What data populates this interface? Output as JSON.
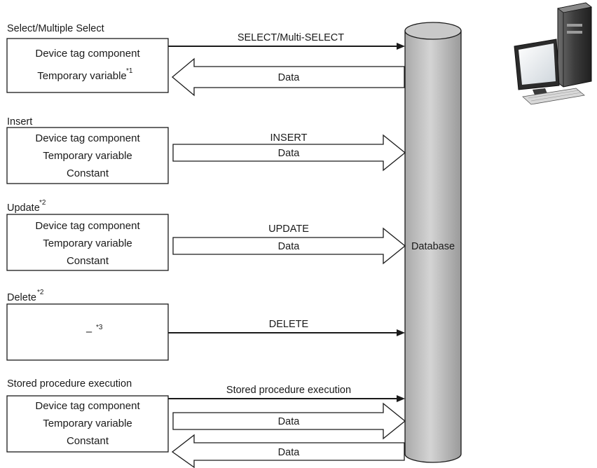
{
  "sections": {
    "select": {
      "title": "Select/Multiple Select",
      "items": [
        "Device tag component",
        "Temporary variable"
      ],
      "item_footnote": "*1",
      "command": "SELECT/Multi-SELECT",
      "data_label": "Data"
    },
    "insert": {
      "title": "Insert",
      "items": [
        "Device tag component",
        "Temporary variable",
        "Constant"
      ],
      "command": "INSERT",
      "data_label": "Data"
    },
    "update": {
      "title": "Update",
      "title_footnote": "*2",
      "items": [
        "Device tag component",
        "Temporary variable",
        "Constant"
      ],
      "command": "UPDATE",
      "data_label": "Data"
    },
    "delete": {
      "title": "Delete",
      "title_footnote": "*2",
      "placeholder": "–",
      "placeholder_footnote": "*3",
      "command": "DELETE"
    },
    "stored": {
      "title": "Stored procedure execution",
      "items": [
        "Device tag component",
        "Temporary variable",
        "Constant"
      ],
      "command": "Stored procedure execution",
      "data_in_label": "Data",
      "data_out_label": "Data"
    }
  },
  "database": {
    "label": "Database",
    "icon": "server-computer-icon"
  }
}
